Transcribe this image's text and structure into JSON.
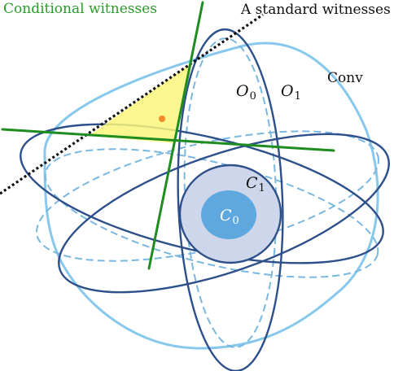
{
  "labels": {
    "conditional": "Conditional witnesses",
    "standard": "A standard witnesses",
    "conv": "Conv",
    "o0": {
      "main": "O",
      "sub": "0"
    },
    "o1": {
      "main": "O",
      "sub": "1"
    },
    "c1": {
      "main": "C",
      "sub": "1"
    },
    "c0": {
      "main": "C",
      "sub": "0"
    }
  },
  "colors": {
    "conv_fill": "#ffffff",
    "conv_stroke": "#87c8ec",
    "outer_ellipse": "#2d4f8a",
    "dashed_ellipse": "#7ab8e0",
    "conditional_line": "#1e8c1e",
    "conditional_text": "#2a9a2a",
    "standard_line": "#111111",
    "triangle_fill": "#fbf57a",
    "point": "#f08a2a",
    "c1_fill": "#cdd6ea",
    "c0_fill": "#5fa7df"
  }
}
